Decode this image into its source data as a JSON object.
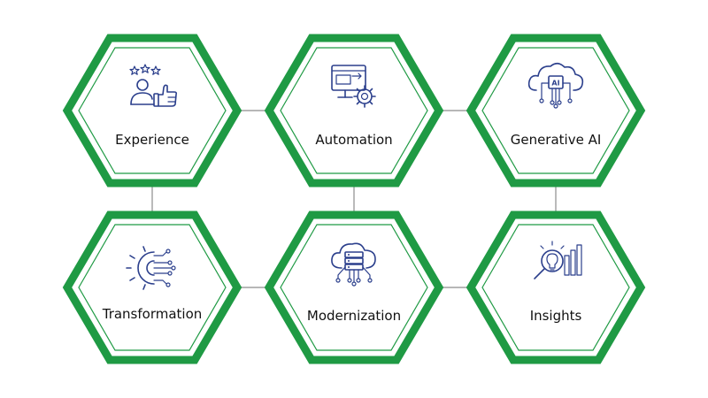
{
  "colors": {
    "hex_border": "#1f9a44",
    "icon": "#2b3f8c",
    "connector": "#8c8c8c",
    "text": "#111111"
  },
  "nodes": [
    {
      "label": "Experience",
      "icon": "thumbs-up-stars-icon"
    },
    {
      "label": "Automation",
      "icon": "monitor-gear-icon"
    },
    {
      "label": "Generative AI",
      "icon": "ai-cloud-chip-icon"
    },
    {
      "label": "Transformation",
      "icon": "gear-circuit-icon"
    },
    {
      "label": "Modernization",
      "icon": "cloud-server-icon"
    },
    {
      "label": "Insights",
      "icon": "magnifier-chart-icon"
    }
  ]
}
